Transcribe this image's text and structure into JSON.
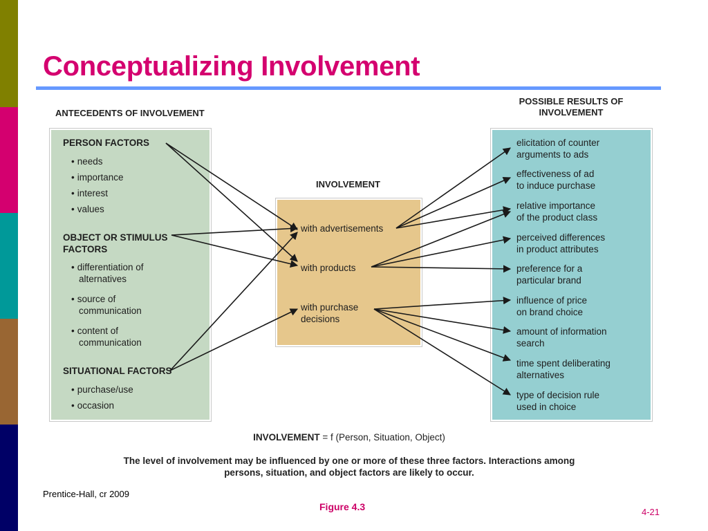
{
  "slide": {
    "title": "Conceptualizing Involvement",
    "source": "Prentice-Hall, cr 2009",
    "figure_label": "Figure 4.3",
    "page_number": "4-21"
  },
  "colors": {
    "title": "#d4006f",
    "rule": "#6699ff",
    "left_panel": "#c5d9c3",
    "center_panel": "#e6c78c",
    "right_panel": "#95cfd1",
    "stripes": [
      "#808000",
      "#d4006f",
      "#009999",
      "#996633",
      "#000066"
    ]
  },
  "antecedents": {
    "heading": "ANTECEDENTS OF INVOLVEMENT",
    "person_factors": {
      "title": "PERSON FACTORS",
      "items": [
        "needs",
        "importance",
        "interest",
        "values"
      ]
    },
    "object_factors": {
      "title_line1": "OBJECT OR STIMULUS",
      "title_line2": "FACTORS",
      "items": [
        [
          "differentiation of",
          "alternatives"
        ],
        [
          "source of",
          "communication"
        ],
        [
          "content of",
          "communication"
        ]
      ]
    },
    "situational_factors": {
      "title": "SITUATIONAL FACTORS",
      "items": [
        "purchase/use",
        "occasion"
      ]
    }
  },
  "involvement": {
    "heading": "INVOLVEMENT",
    "items": [
      [
        "with advertisements"
      ],
      [
        "with products"
      ],
      [
        "with purchase",
        "decisions"
      ]
    ]
  },
  "results": {
    "heading_line1": "POSSIBLE RESULTS OF",
    "heading_line2": "INVOLVEMENT",
    "items": [
      [
        "elicitation of counter",
        "arguments to ads"
      ],
      [
        "effectiveness of ad",
        "to induce purchase"
      ],
      [
        "relative importance",
        "of the product class"
      ],
      [
        "perceived differences",
        "in product attributes"
      ],
      [
        "preference for a",
        "particular brand"
      ],
      [
        "influence of price",
        "on brand choice"
      ],
      [
        "amount of information",
        "search"
      ],
      [
        "time spent deliberating",
        "alternatives"
      ],
      [
        "type of decision rule",
        "used in choice"
      ]
    ]
  },
  "formula": {
    "bold": "INVOLVEMENT",
    "rest": " = f (Person, Situation, Object)"
  },
  "caption": {
    "line1": "The level of involvement may be influenced by one or more of these three factors. Interactions among",
    "line2": "persons, situation, and object factors are likely to occur."
  },
  "connections": [
    [
      "person-factors",
      "with-advertisements"
    ],
    [
      "person-factors",
      "with-products"
    ],
    [
      "object-factors",
      "with-advertisements"
    ],
    [
      "object-factors",
      "with-products"
    ],
    [
      "situational-factors",
      "with-advertisements"
    ],
    [
      "situational-factors",
      "with-purchase-decisions"
    ],
    [
      "with-advertisements",
      "result-1"
    ],
    [
      "with-advertisements",
      "result-2"
    ],
    [
      "with-advertisements",
      "result-3"
    ],
    [
      "with-products",
      "result-4"
    ],
    [
      "with-products",
      "result-5"
    ],
    [
      "with-products",
      "result-3"
    ],
    [
      "with-purchase-decisions",
      "result-6"
    ],
    [
      "with-purchase-decisions",
      "result-7"
    ],
    [
      "with-purchase-decisions",
      "result-8"
    ],
    [
      "with-purchase-decisions",
      "result-9"
    ]
  ]
}
